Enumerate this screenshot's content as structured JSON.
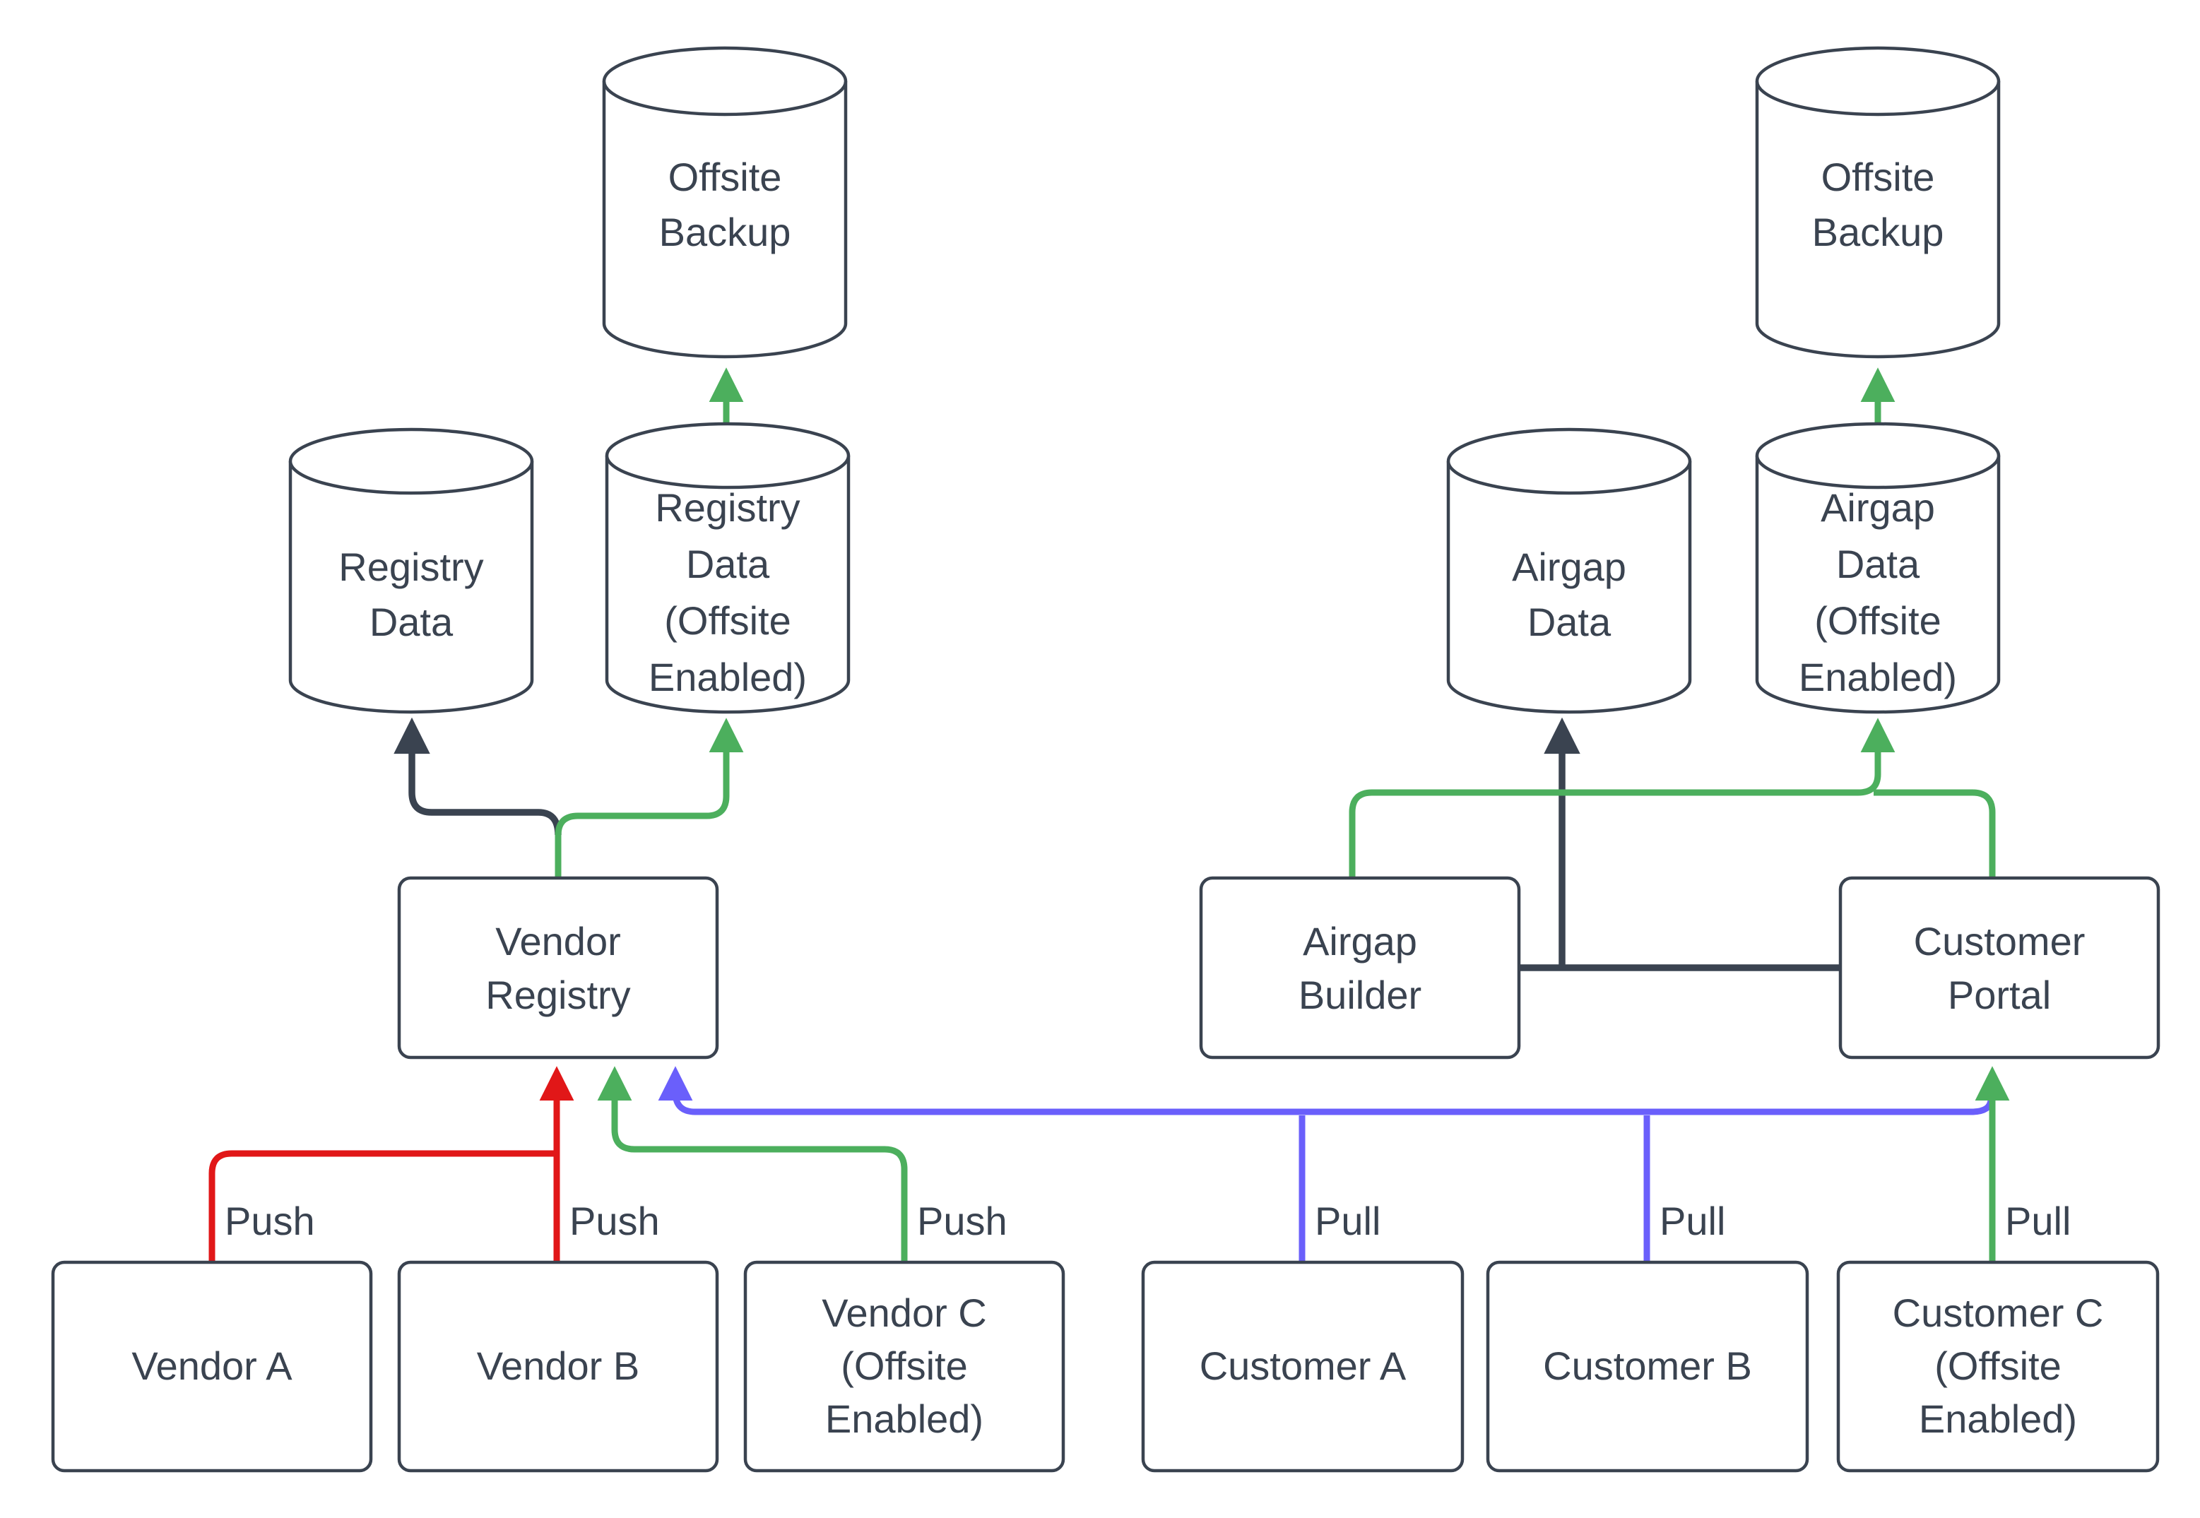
{
  "colors": {
    "node_stroke": "#3a4350",
    "text": "#3a4350",
    "dark": "#3a4350",
    "green": "#4caf5d",
    "red": "#e11718",
    "blue": "#6a5ffb",
    "node_fill": "#ffffff",
    "background": "#ffffff"
  },
  "nodes": {
    "offsite_backup_left": {
      "lines": [
        "Offsite",
        "Backup"
      ]
    },
    "registry_data": {
      "lines": [
        "Registry",
        "Data"
      ]
    },
    "registry_data_offsite": {
      "lines": [
        "Registry",
        "Data",
        "(Offsite",
        "Enabled)"
      ]
    },
    "vendor_registry": {
      "lines": [
        "Vendor",
        "Registry"
      ]
    },
    "vendor_a": {
      "lines": [
        "Vendor A"
      ]
    },
    "vendor_b": {
      "lines": [
        "Vendor B"
      ]
    },
    "vendor_c_offsite": {
      "lines": [
        "Vendor C",
        "(Offsite",
        "Enabled)"
      ]
    },
    "offsite_backup_right": {
      "lines": [
        "Offsite",
        "Backup"
      ]
    },
    "airgap_data": {
      "lines": [
        "Airgap",
        "Data"
      ]
    },
    "airgap_data_offsite": {
      "lines": [
        "Airgap",
        "Data",
        "(Offsite",
        "Enabled)"
      ]
    },
    "airgap_builder": {
      "lines": [
        "Airgap",
        "Builder"
      ]
    },
    "customer_portal": {
      "lines": [
        "Customer",
        "Portal"
      ]
    },
    "customer_a": {
      "lines": [
        "Customer A"
      ]
    },
    "customer_b": {
      "lines": [
        "Customer B"
      ]
    },
    "customer_c_offsite": {
      "lines": [
        "Customer C",
        "(Offsite",
        "Enabled)"
      ]
    }
  },
  "edge_labels": {
    "vendor_a_push": "Push",
    "vendor_b_push": "Push",
    "vendor_c_push": "Push",
    "customer_a_pull": "Pull",
    "customer_b_pull": "Pull",
    "customer_c_pull": "Pull"
  }
}
